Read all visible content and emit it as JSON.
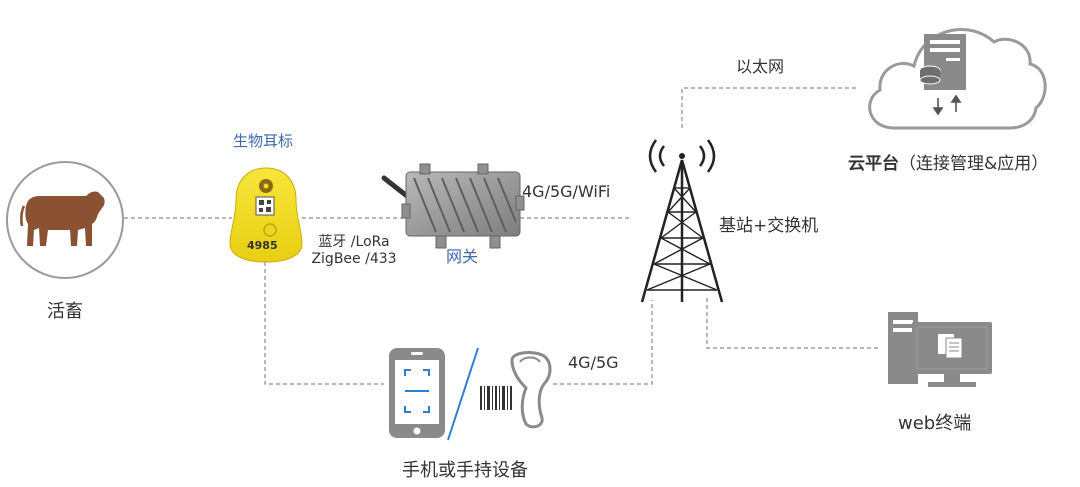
{
  "nodes": {
    "livestock": {
      "label": "活畜"
    },
    "ear_tag": {
      "label": "生物耳标",
      "tag_number": "4985"
    },
    "gateway": {
      "label": "网关"
    },
    "base_station": {
      "label": "基站+交换机"
    },
    "cloud": {
      "label_bold": "云平台",
      "label_rest": "（连接管理&应用）"
    },
    "web_terminal": {
      "label": "web终端"
    },
    "handheld": {
      "label": "手机或手持设备"
    }
  },
  "links": {
    "tag_gateway_line1": "蓝牙 /LoRa",
    "tag_gateway_line2": "ZigBee /433",
    "gateway_station": "4G/5G/WiFi",
    "station_cloud": "以太网",
    "handheld_station": "4G/5G"
  },
  "colors": {
    "tag_yellow": "#f2dc1c",
    "cattle_brown": "#8a5232",
    "device_gray": "#8a8a8a",
    "accent_blue": "#2d7fd3",
    "label_blue": "#3e6aa8",
    "line_gray": "#8c8c8c"
  }
}
